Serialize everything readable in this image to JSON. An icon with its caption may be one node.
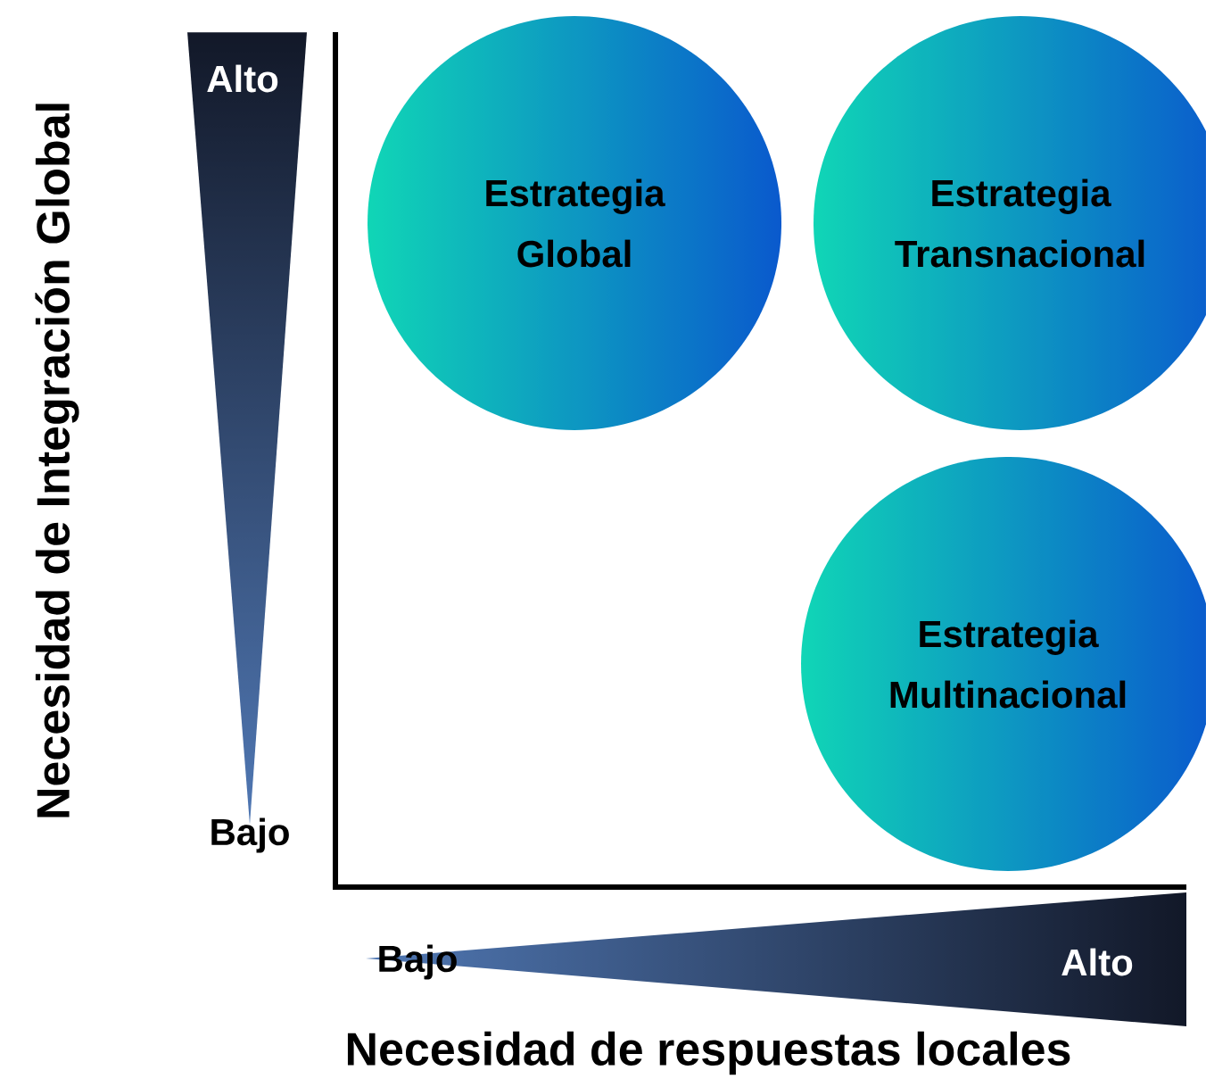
{
  "diagram": {
    "nodes": [
      {
        "text": [
          "Estrategia Global"
        ]
      },
      {
        "text": [
          "Estrategia Transnacional"
        ]
      },
      {
        "text": [
          "Estrategia Multinacional"
        ]
      }
    ],
    "labels": [
      "Necesidad de Integración Global",
      "Alto",
      "Bajo",
      "Bajo",
      "Alto",
      "Necesidad de respuestas locales"
    ]
  }
}
